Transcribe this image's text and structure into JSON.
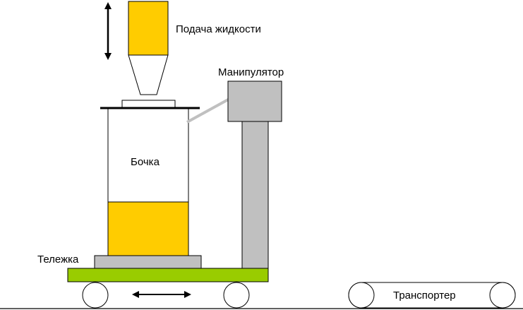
{
  "labels": {
    "liquid_feed": "Подача жидкости",
    "manipulator": "Манипулятор",
    "barrel": "Бочка",
    "cart": "Тележка",
    "conveyor": "Транспортер"
  },
  "colors": {
    "liquid": "#ffcc00",
    "equipment_gray": "#c0c0c0",
    "cart_platform": "#99cc00",
    "outline": "#000000",
    "background": "#ffffff"
  },
  "icons": {
    "vertical_motion": "double-arrow-vertical",
    "horizontal_motion": "double-arrow-horizontal"
  }
}
